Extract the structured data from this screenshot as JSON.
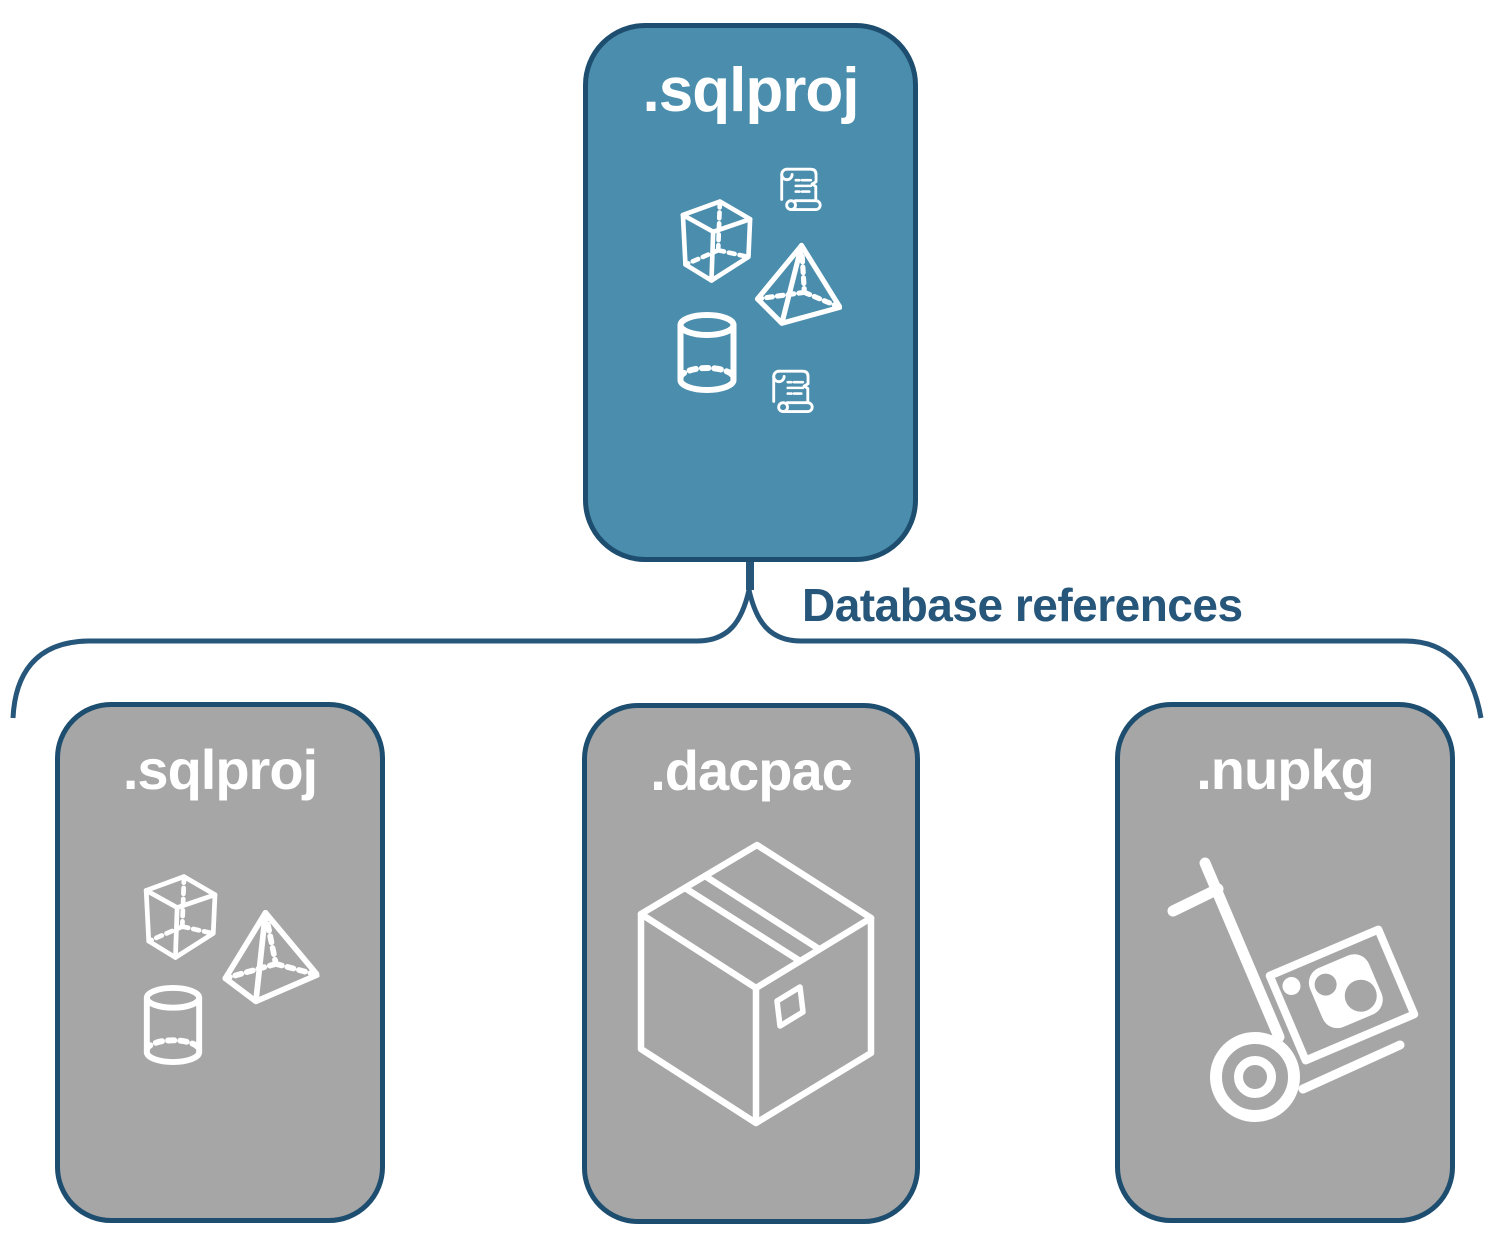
{
  "diagram": {
    "root_node": {
      "label": ".sqlproj",
      "icons": [
        "scroll-icon",
        "cube-icon",
        "pyramid-icon",
        "cylinder-icon",
        "scroll-icon"
      ]
    },
    "connector": {
      "label": "Database references"
    },
    "child_nodes": [
      {
        "label": ".sqlproj",
        "icons": [
          "cube-icon",
          "pyramid-icon",
          "cylinder-icon"
        ]
      },
      {
        "label": ".dacpac",
        "icons": [
          "package-box-icon"
        ]
      },
      {
        "label": ".nupkg",
        "icons": [
          "nuget-handtruck-icon"
        ]
      }
    ],
    "colors": {
      "root_fill": "#4a8dac",
      "child_fill": "#a6a6a6",
      "node_border": "#1e4e6f",
      "connector_line": "#27567b",
      "label_text": "#27567b",
      "icon_stroke": "#ffffff",
      "title_text": "#ffffff",
      "background": "#ffffff"
    }
  }
}
